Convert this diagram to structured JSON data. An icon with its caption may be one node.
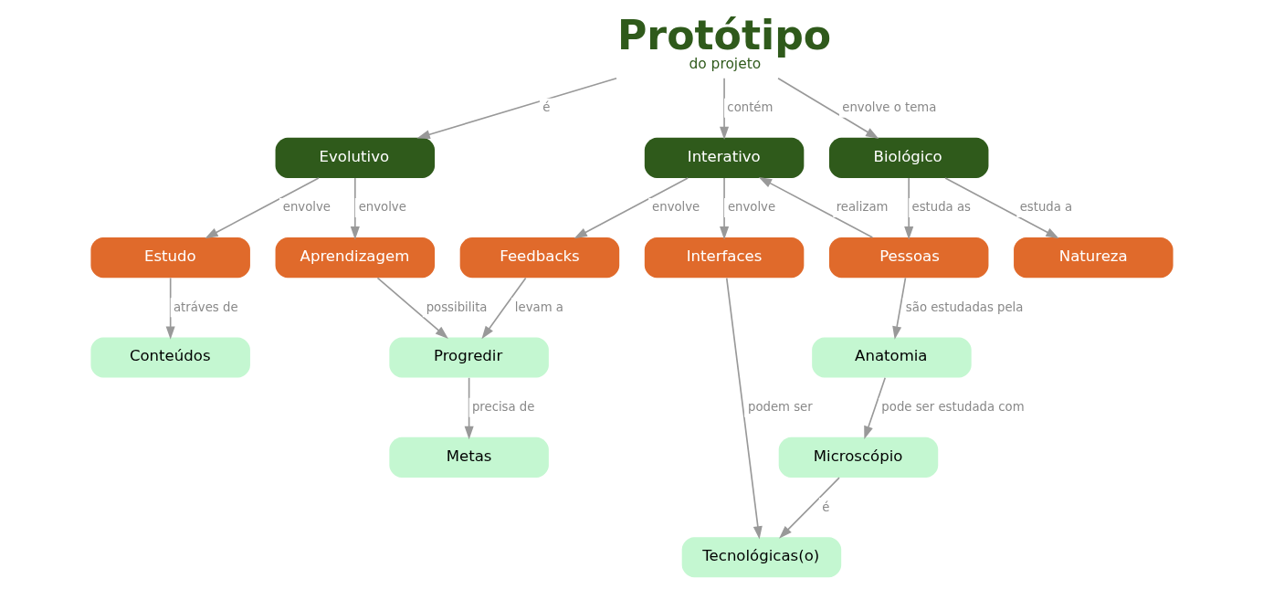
{
  "diagram": {
    "nodes": [
      {
        "text": [
          "Protótipo",
          "do projeto"
        ]
      },
      {
        "text": [
          "Evolutivo"
        ]
      },
      {
        "text": [
          "Interativo"
        ]
      },
      {
        "text": [
          "Biológico"
        ]
      },
      {
        "text": [
          "Estudo"
        ]
      },
      {
        "text": [
          "Aprendizagem"
        ]
      },
      {
        "text": [
          "Feedbacks"
        ]
      },
      {
        "text": [
          "Interfaces"
        ]
      },
      {
        "text": [
          "Pessoas"
        ]
      },
      {
        "text": [
          "Natureza"
        ]
      },
      {
        "text": [
          "Conteúdos"
        ]
      },
      {
        "text": [
          "Progredir"
        ]
      },
      {
        "text": [
          "Tecnológicas(o)"
        ]
      },
      {
        "text": [
          "Anatomia"
        ]
      },
      {
        "text": [
          "Metas"
        ]
      },
      {
        "text": [
          "Microscópio"
        ]
      }
    ],
    "edges": [
      {
        "from": 0,
        "to": 1,
        "arrow": "to",
        "label": "é"
      },
      {
        "from": 0,
        "to": 2,
        "arrow": "to",
        "label": "contém"
      },
      {
        "from": 0,
        "to": 3,
        "arrow": "to",
        "label": "envolve o tema"
      },
      {
        "from": 1,
        "to": 4,
        "arrow": "to",
        "label": "envolve"
      },
      {
        "from": 1,
        "to": 5,
        "arrow": "to",
        "label": "envolve"
      },
      {
        "from": 2,
        "to": 6,
        "arrow": "to",
        "label": "envolve"
      },
      {
        "from": 2,
        "to": 7,
        "arrow": "to",
        "label": "envolve"
      },
      {
        "from": 8,
        "to": 2,
        "arrow": "to",
        "label": "realizam"
      },
      {
        "from": 3,
        "to": 8,
        "arrow": "to",
        "label": "estuda as"
      },
      {
        "from": 3,
        "to": 9,
        "arrow": "to",
        "label": "estuda a"
      },
      {
        "from": 4,
        "to": 10,
        "arrow": "to",
        "label": "atráves de"
      },
      {
        "from": 5,
        "to": 11,
        "arrow": "to",
        "label": "possibilita"
      },
      {
        "from": 6,
        "to": 11,
        "arrow": "to",
        "label": "levam a"
      },
      {
        "from": 7,
        "to": 12,
        "arrow": "to",
        "label": "podem ser"
      },
      {
        "from": 8,
        "to": 13,
        "arrow": "to",
        "label": "são estudadas pela"
      },
      {
        "from": 11,
        "to": 14,
        "arrow": "to",
        "label": "precisa de"
      },
      {
        "from": 13,
        "to": 15,
        "arrow": "to",
        "label": "pode ser estudada com"
      },
      {
        "from": 15,
        "to": 12,
        "arrow": "to",
        "label": "é"
      }
    ]
  }
}
